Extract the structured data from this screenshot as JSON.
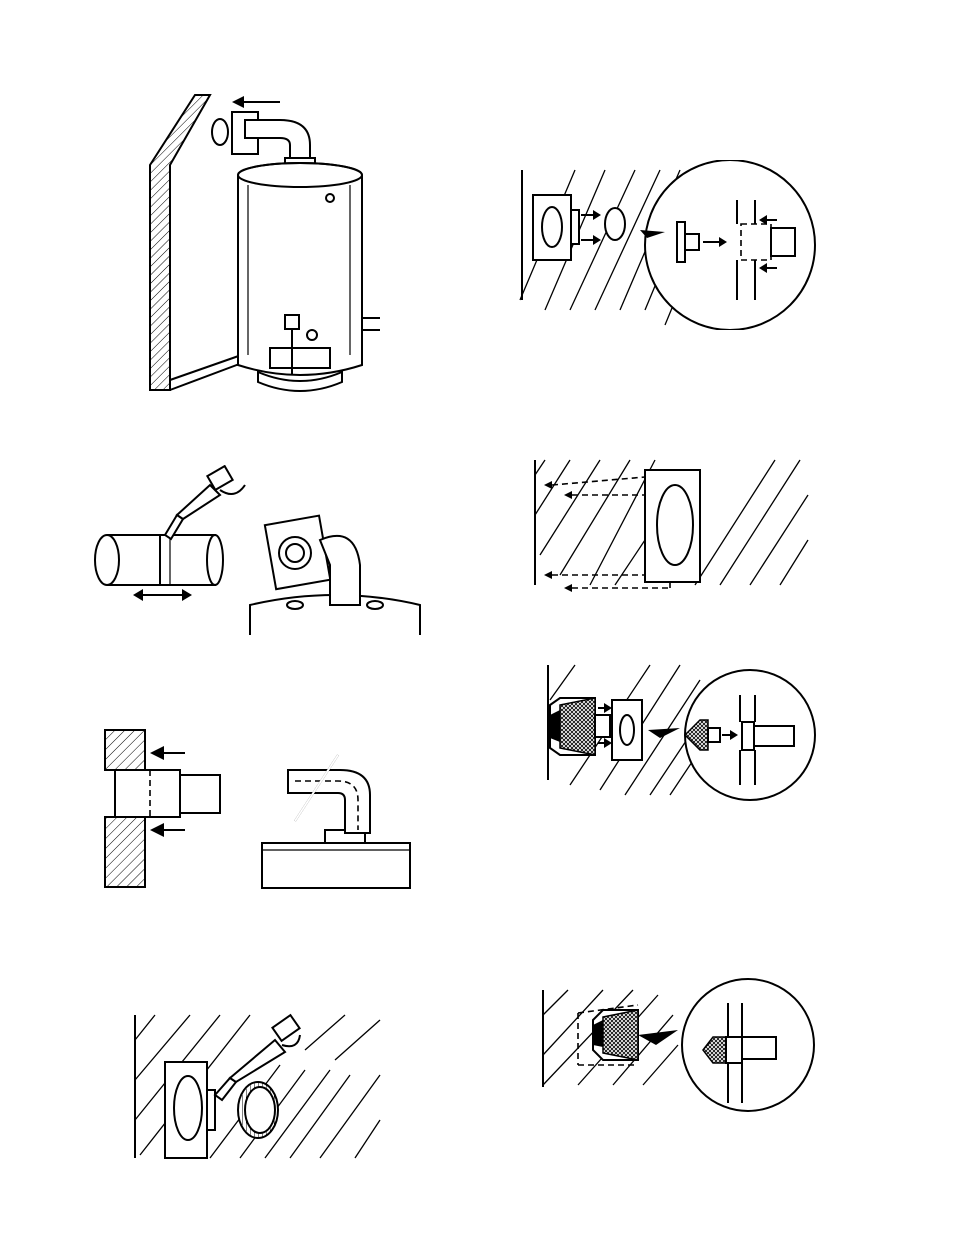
{
  "page": {
    "type": "installation-illustrations",
    "text_labels": []
  },
  "figures": [
    {
      "id": "fig-water-heater-wall-vent",
      "icon": "water-heater-icon"
    },
    {
      "id": "fig-wall-sleeve-cap",
      "icon": "wall-sleeve-icon"
    },
    {
      "id": "fig-sealant-pipe-elbow",
      "icon": "caulk-gun-icon"
    },
    {
      "id": "fig-wall-plate-screws",
      "icon": "wall-plate-icon"
    },
    {
      "id": "fig-pipe-through-wall",
      "icon": "vent-pipe-icon"
    },
    {
      "id": "fig-vent-hood-attach",
      "icon": "vent-hood-icon"
    },
    {
      "id": "fig-caulk-wall-plate",
      "icon": "caulk-gun-icon"
    },
    {
      "id": "fig-vent-hood-installed",
      "icon": "vent-hood-icon"
    }
  ]
}
